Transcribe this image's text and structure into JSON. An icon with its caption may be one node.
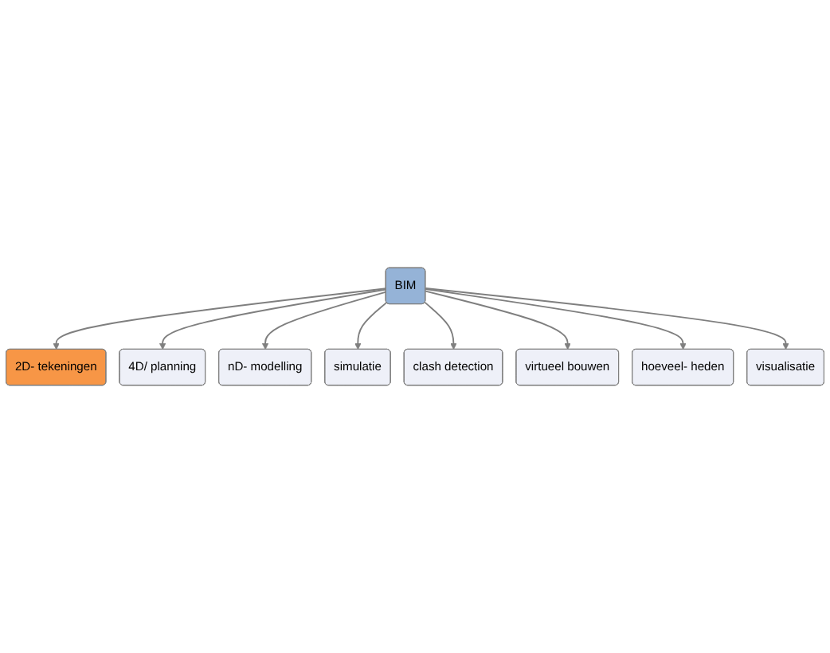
{
  "diagram": {
    "nodes": [
      {
        "text": [
          "2D- tekeningen"
        ]
      },
      {
        "text": [
          "4D/ planning"
        ]
      },
      {
        "text": [
          "nD- modelling"
        ]
      },
      {
        "text": [
          "simulatie"
        ]
      },
      {
        "text": [
          "BIM"
        ]
      },
      {
        "text": [
          "clash detection"
        ]
      },
      {
        "text": [
          "virtueel bouwen"
        ]
      },
      {
        "text": [
          "hoeveel- heden"
        ]
      },
      {
        "text": [
          "visualisatie"
        ]
      }
    ],
    "edges": [
      {
        "from": 4,
        "to": 0,
        "arrow": "to"
      },
      {
        "from": 4,
        "to": 1,
        "arrow": "to"
      },
      {
        "from": 4,
        "to": 2,
        "arrow": "to"
      },
      {
        "from": 4,
        "to": 3,
        "arrow": "to"
      },
      {
        "from": 4,
        "to": 5,
        "arrow": "to"
      },
      {
        "from": 4,
        "to": 6,
        "arrow": "to"
      },
      {
        "from": 4,
        "to": 7,
        "arrow": "to"
      },
      {
        "from": 4,
        "to": 8,
        "arrow": "to"
      }
    ]
  }
}
